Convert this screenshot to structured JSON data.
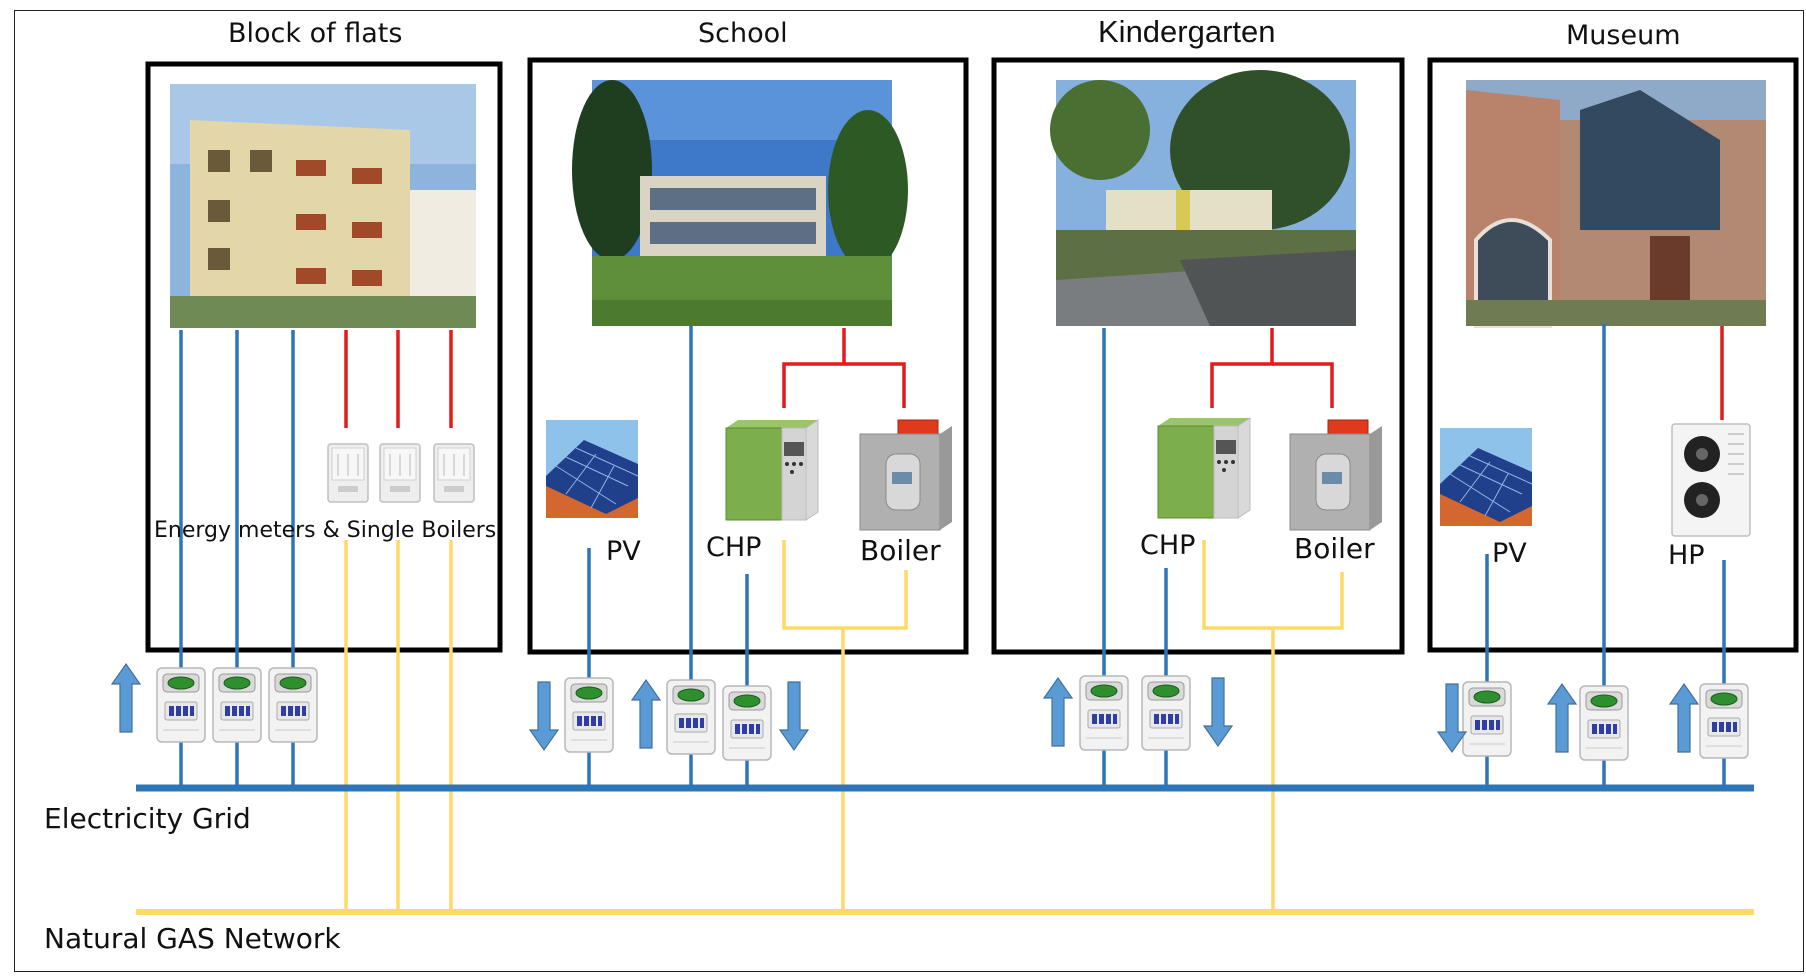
{
  "buildings": [
    {
      "title": "Block of flats",
      "photo": "apartment-building-photo",
      "label": "Energy meters & Single Boilers"
    },
    {
      "title": "School",
      "photo": "school-building-photo",
      "labels": [
        "PV",
        "CHP",
        "Boiler"
      ]
    },
    {
      "title": "Kindergarten",
      "photo": "kindergarten-building-photo",
      "labels": [
        "CHP",
        "Boiler"
      ]
    },
    {
      "title": "Museum",
      "photo": "museum-building-photo",
      "labels": [
        "PV",
        "HP"
      ]
    }
  ],
  "networks": {
    "electricity": "Electricity Grid",
    "gas": "Natural GAS Network"
  },
  "colors": {
    "electricity": "#2e75b6",
    "gas": "#ffd966",
    "heat": "#e31b1b",
    "border": "#000000",
    "arrow": "#5b9bd5"
  },
  "icons": [
    "solar-panel-icon",
    "chp-unit-icon",
    "gas-boiler-icon",
    "heat-pump-icon",
    "wall-boiler-icon",
    "energy-meter-icon",
    "arrow-up-icon",
    "arrow-down-icon"
  ]
}
